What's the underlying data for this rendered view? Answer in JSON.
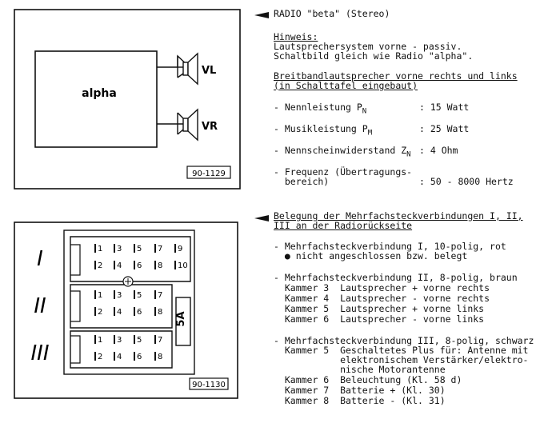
{
  "diagram1": {
    "box_label": "alpha",
    "speaker_left": "VL",
    "speaker_right": "VR",
    "ref": "90-1129"
  },
  "diagram2": {
    "roman": [
      "I",
      "II",
      "III"
    ],
    "pins": {
      "row1": [
        "1",
        "3",
        "5",
        "7",
        "9"
      ],
      "row2": [
        "2",
        "4",
        "6",
        "8",
        "10"
      ],
      "row3": [
        "1",
        "3",
        "5",
        "7"
      ],
      "row4": [
        "2",
        "4",
        "6",
        "8"
      ],
      "row5": [
        "1",
        "3",
        "5",
        "7"
      ],
      "row6": [
        "2",
        "4",
        "6",
        "8"
      ]
    },
    "fuse": "5A",
    "ref": "90-1130"
  },
  "text1": {
    "title": "RADIO \"beta\" (Stereo)",
    "hint_heading": "Hinweis:",
    "hint_line1": "Lautsprechersystem vorne - passiv.",
    "hint_line2": "Schaltbild gleich wie Radio \"alpha\".",
    "spk_heading1": "Breitbandlautsprecher vorne rechts und links",
    "spk_heading2": "(in Schalttafel eingebaut)",
    "spec1_label": "- Nennleistung P",
    "spec1_sub": "N",
    "spec1_value": ": 15 Watt",
    "spec2_label": "- Musikleistung P",
    "spec2_sub": "M",
    "spec2_value": ": 25 Watt",
    "spec3_label": "- Nennscheinwiderstand Z",
    "spec3_sub": "N",
    "spec3_value": ": 4 Ohm",
    "spec4_label1": "- Frequenz (Übertragungs-",
    "spec4_label2": "  bereich)",
    "spec4_value": ": 50 - 8000 Hertz"
  },
  "text2": {
    "heading1": "Belegung der Mehrfachsteckverbindungen I, II,",
    "heading2": "III an der Radiorückseite",
    "c1_line1": "- Mehrfachsteckverbindung I, 10-polig, rot",
    "c1_line2": "  ● nicht angeschlossen bzw. belegt",
    "c2_line1": "- Mehrfachsteckverbindung II, 8-polig, braun",
    "c2_line2": "  Kammer 3  Lautsprecher + vorne rechts",
    "c2_line3": "  Kammer 4  Lautsprecher - vorne rechts",
    "c2_line4": "  Kammer 5  Lautsprecher + vorne links",
    "c2_line5": "  Kammer 6  Lautsprecher - vorne links",
    "c3_line1": "- Mehrfachsteckverbindung III, 8-polig, schwarz",
    "c3_line2": "  Kammer 5  Geschaltetes Plus für: Antenne mit",
    "c3_line3": "            elektronischem Verstärker/elektro-",
    "c3_line4": "            nische Motorantenne",
    "c3_line5": "  Kammer 6  Beleuchtung (Kl. 58 d)",
    "c3_line6": "  Kammer 7  Batterie + (Kl. 30)",
    "c3_line7": "  Kammer 8  Batterie - (Kl. 31)"
  }
}
